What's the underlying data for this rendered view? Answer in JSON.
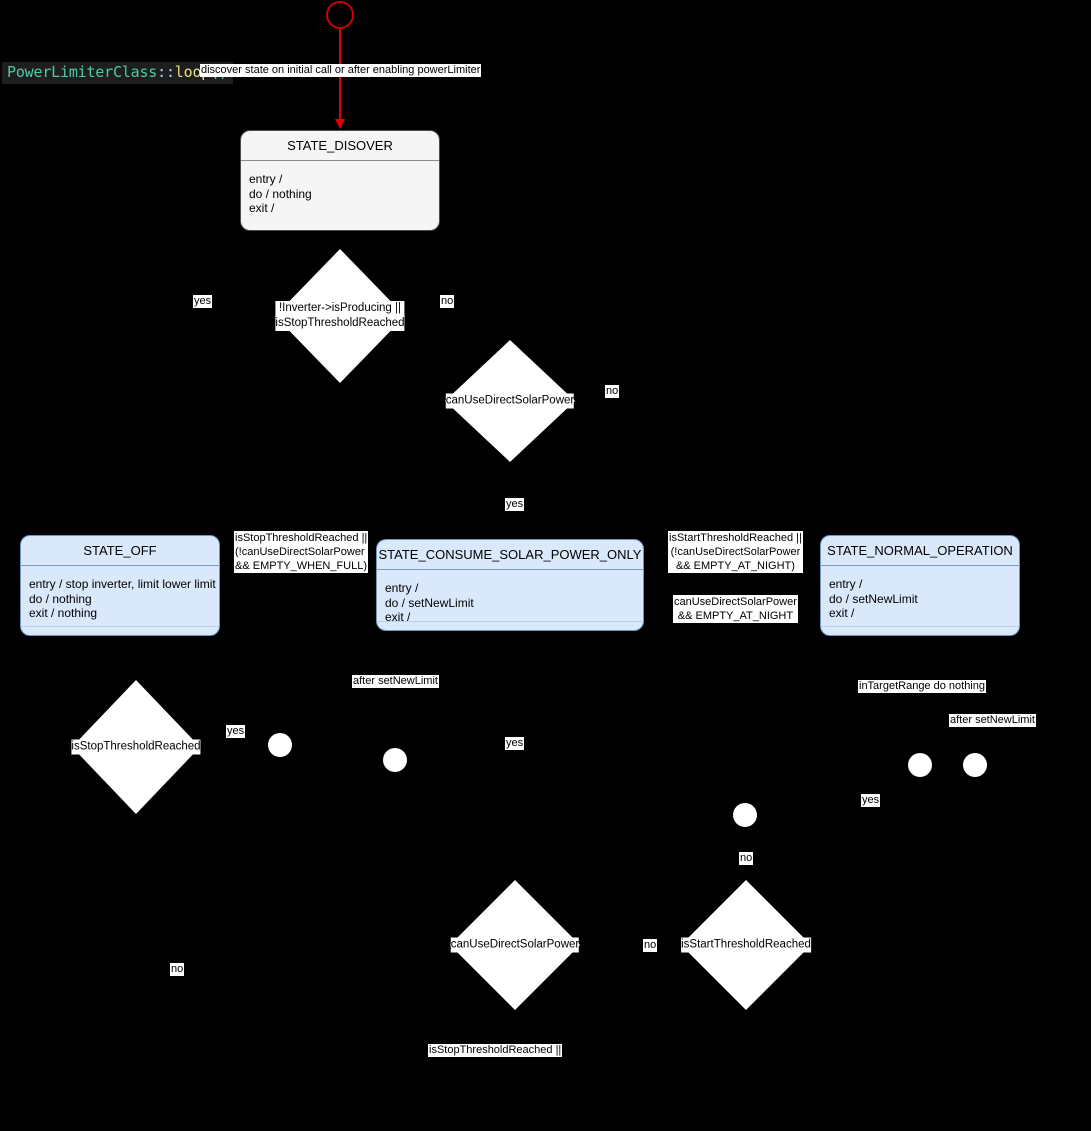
{
  "diagram": {
    "title_code": {
      "class_name": "PowerLimiterClass",
      "scope_op": "::",
      "function": "loop",
      "parens": "()"
    },
    "start_label": "discover state on initial call or after enabling powerLimiter",
    "states": [
      {
        "id": "state-disover",
        "name": "STATE_DISOVER",
        "body": "entry /\ndo / nothing\nexit /",
        "style": "grey"
      },
      {
        "id": "state-off",
        "name": "STATE_OFF",
        "body": "entry / stop inverter, limit lower limit\ndo / nothing\nexit / nothing",
        "style": "blue"
      },
      {
        "id": "state-consume-solar-power-only",
        "name": "STATE_CONSUME_SOLAR_POWER_ONLY",
        "body": "entry /\ndo / setNewLimit\nexit /",
        "style": "blue"
      },
      {
        "id": "state-normal-operation",
        "name": "STATE_NORMAL_OPERATION",
        "body": "entry /\ndo / setNewLimit\nexit /",
        "style": "blue"
      }
    ],
    "decisions": [
      {
        "id": "decision-inverter-producing",
        "line1": "!Inverter->isProducing ||",
        "line2": "isStopThresholdReached"
      },
      {
        "id": "decision-can-use-direct-solar-power-top",
        "line1": "canUseDirectSolarPower",
        "line2": ""
      },
      {
        "id": "decision-is-stop-threshold-reached-left",
        "line1": "isStopThresholdReached",
        "line2": ""
      },
      {
        "id": "decision-can-use-direct-solar-power-bottom",
        "line1": "canUseDirectSolarPower",
        "line2": ""
      },
      {
        "id": "decision-is-start-threshold-reached",
        "line1": "isStartThresholdReached",
        "line2": ""
      }
    ],
    "edge_labels": {
      "yes_1": "yes",
      "no_1": "no",
      "no_2": "no",
      "yes_2": "yes",
      "yes_3": "yes",
      "yes_4": "yes",
      "yes_5": "yes",
      "no_3": "no",
      "no_4": "no",
      "no_5": "no",
      "guard_stop_empty_when_full": "isStopThresholdReached ||\n(!canUseDirectSolarPower\n&& EMPTY_WHEN_FULL)",
      "guard_start_empty_at_night": "isStartThresholdReached ||\n(!canUseDirectSolarPower\n&& EMPTY_AT_NIGHT)",
      "guard_can_use_empty_at_night": "canUseDirectSolarPower\n&& EMPTY_AT_NIGHT",
      "after_set_new_limit_1": "after setNewLimit",
      "after_set_new_limit_2": "after setNewLimit",
      "in_target_range_do_nothing": "inTargetRange do nothing",
      "is_stop_threshold_reached_or": "isStopThresholdReached ||"
    },
    "colors": {
      "background": "#000000",
      "state_blue_fill": "#dae8fc",
      "state_blue_border": "#7295c4",
      "state_grey_fill": "#f5f5f5",
      "state_grey_border": "#4d4d4d",
      "start_node": "#cc0000",
      "arrow": "#e00000",
      "label_chip": "#ffffff"
    }
  }
}
